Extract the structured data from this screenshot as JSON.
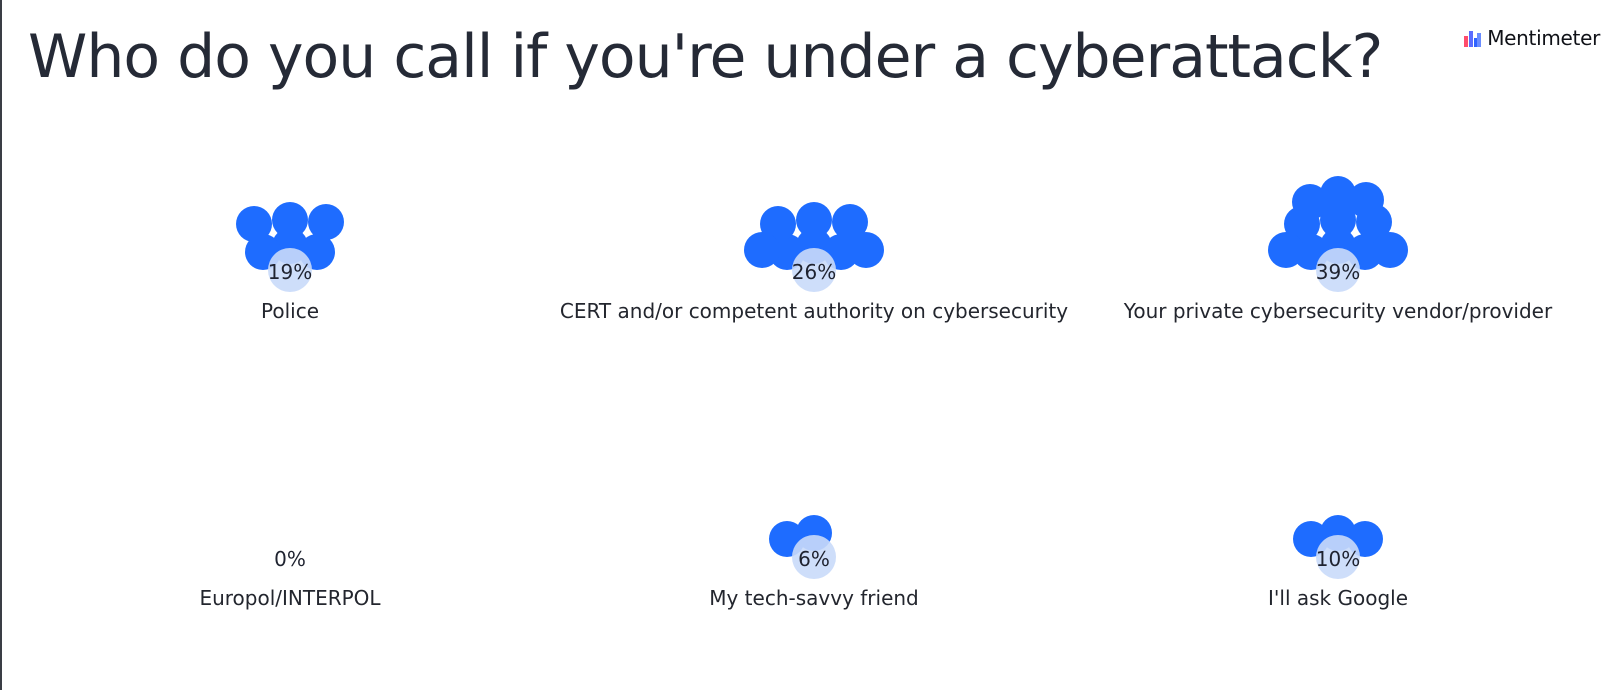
{
  "title": "Who do you call if you're under a cyberattack?",
  "brand": {
    "name": "Mentimeter",
    "logo_icon": "mentimeter-logo-icon"
  },
  "colors": {
    "bubble": "#1e6cff",
    "bubble_highlight": "#c9daf9",
    "text": "#252a36"
  },
  "chart_data": {
    "type": "bubble-cluster",
    "unit": "%",
    "categories": [
      {
        "label": "Police",
        "value": 19,
        "display": "19%"
      },
      {
        "label": "CERT and/or competent authority on cybersecurity",
        "value": 26,
        "display": "26%"
      },
      {
        "label": "Your private cybersecurity vendor/provider",
        "value": 39,
        "display": "39%"
      },
      {
        "label": "Europol/INTERPOL",
        "value": 0,
        "display": "0%"
      },
      {
        "label": "My tech-savvy friend",
        "value": 6,
        "display": "6%"
      },
      {
        "label": "I'll ask Google",
        "value": 10,
        "display": "10%"
      }
    ]
  }
}
